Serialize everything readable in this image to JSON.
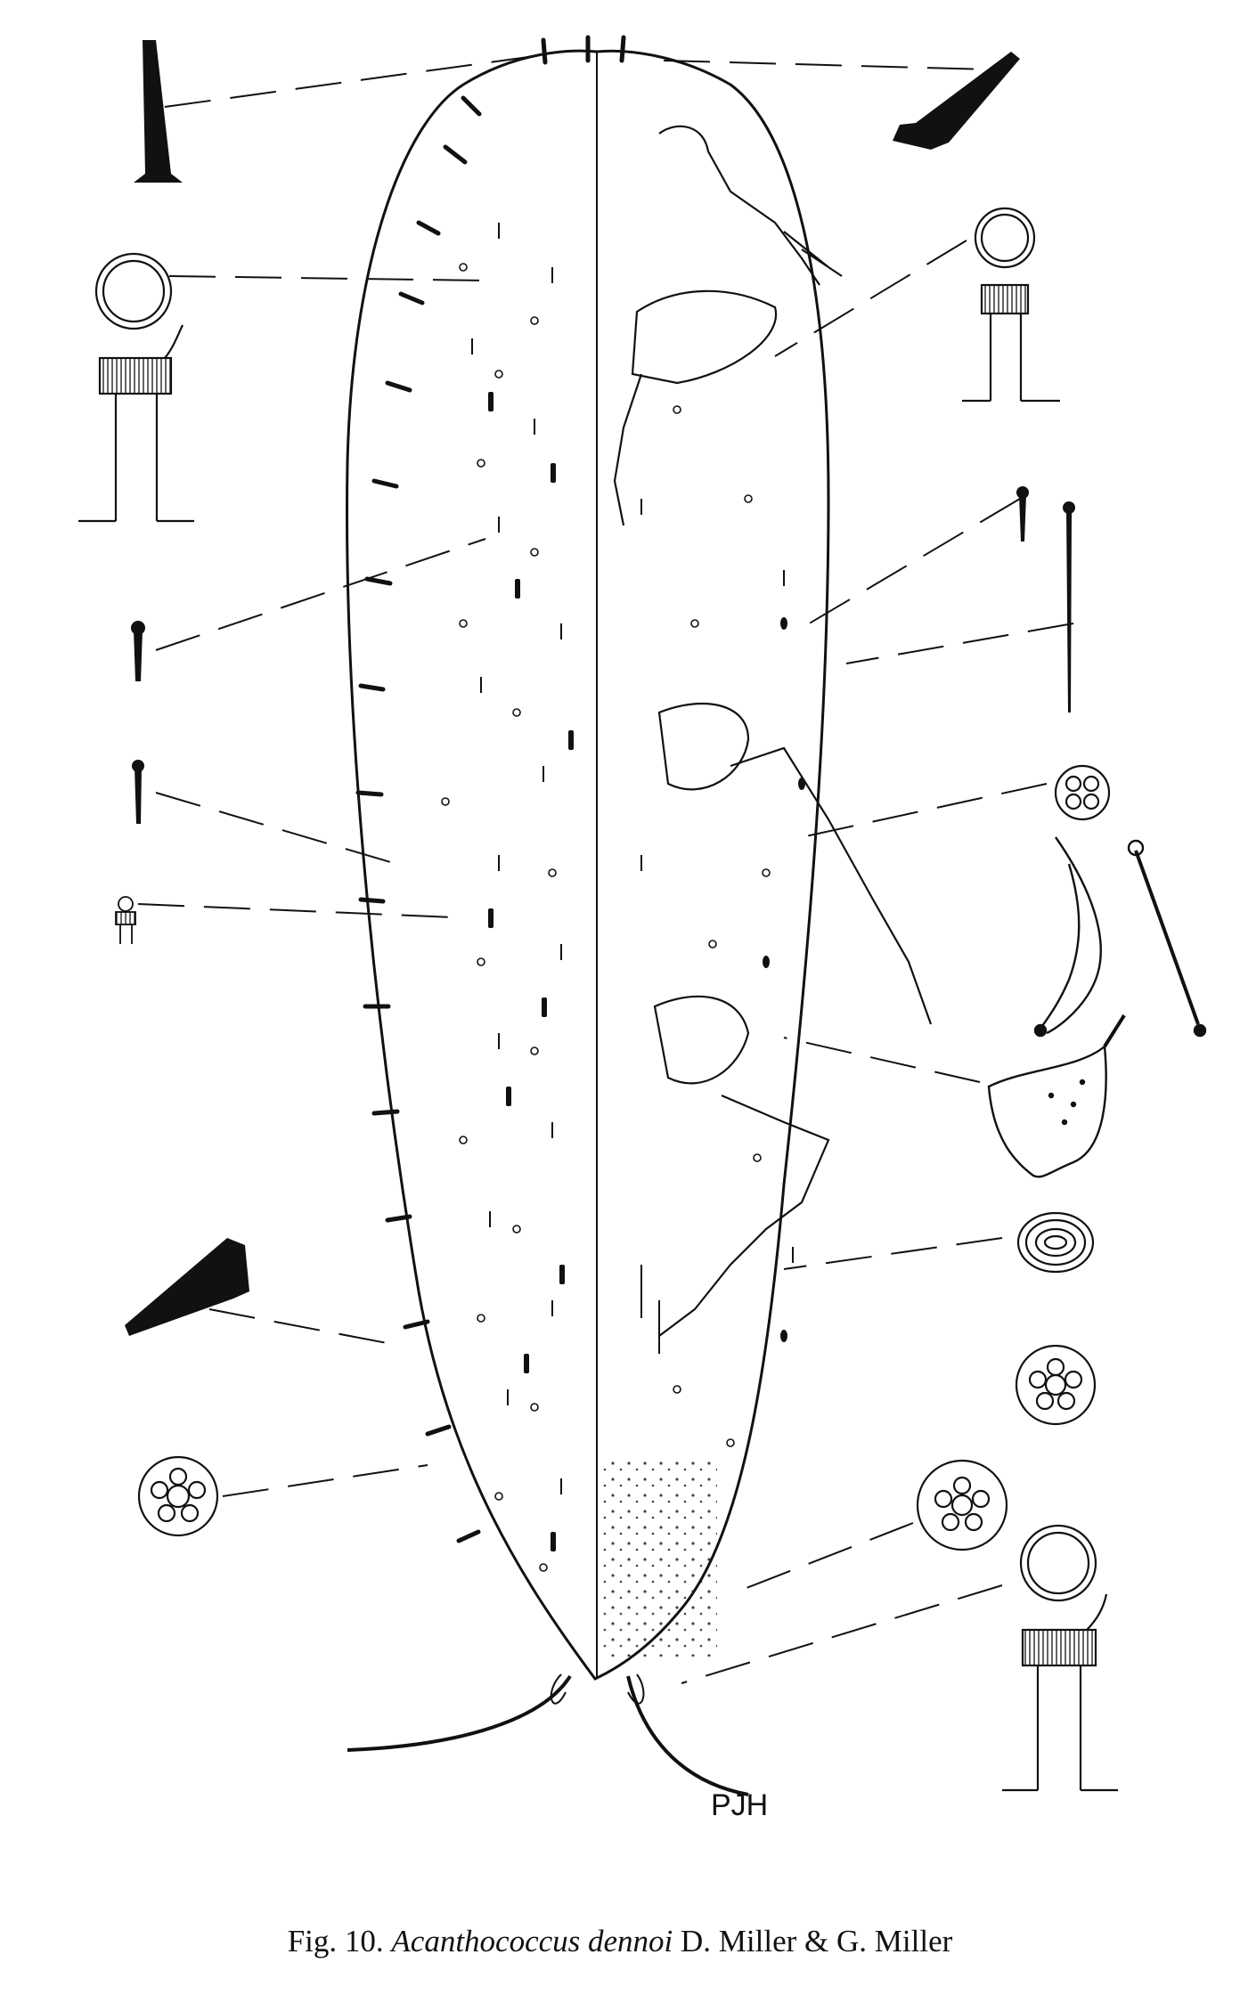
{
  "figure": {
    "caption_number": "Fig. 10.",
    "species_name": "Acanthococcus dennoi",
    "authors": "D. Miller & G. Miller",
    "artist_initials": "PJH"
  },
  "colors": {
    "ink": "#111111",
    "background": "#ffffff"
  }
}
